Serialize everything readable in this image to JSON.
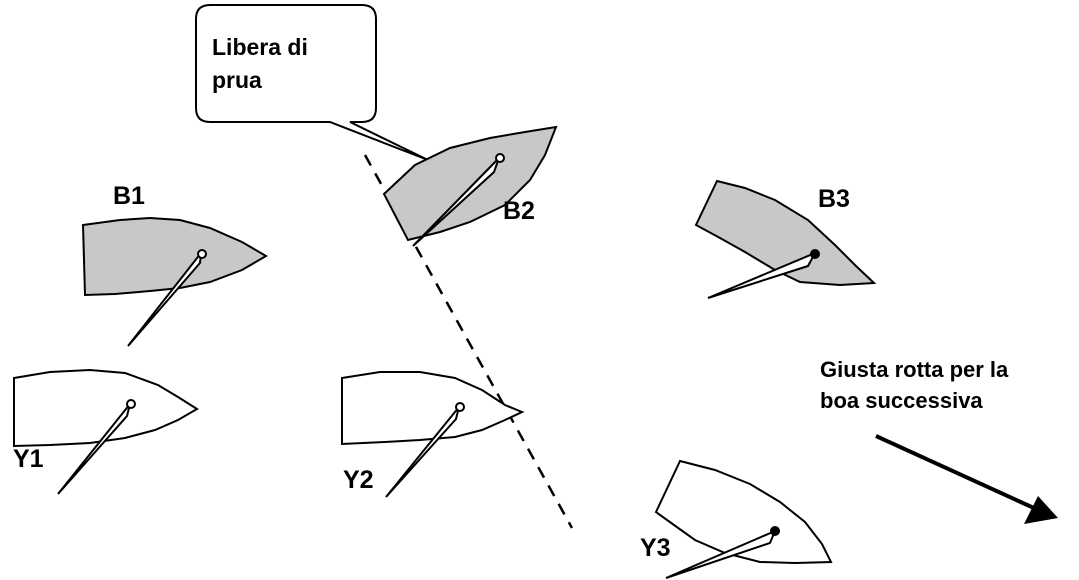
{
  "callout": {
    "line1": "Libera di",
    "line2": "prua"
  },
  "course_label": {
    "line1": "Giusta rotta per la",
    "line2": "boa successiva"
  },
  "boats": {
    "b1": {
      "label": "B1",
      "hull_fill": "#c8c8c8"
    },
    "b2": {
      "label": "B2",
      "hull_fill": "#c8c8c8"
    },
    "b3": {
      "label": "B3",
      "hull_fill": "#c8c8c8"
    },
    "y1": {
      "label": "Y1",
      "hull_fill": "#ffffff"
    },
    "y2": {
      "label": "Y2",
      "hull_fill": "#ffffff"
    },
    "y3": {
      "label": "Y3",
      "hull_fill": "#ffffff"
    }
  },
  "colors": {
    "stroke": "#000000",
    "blue_boat_fill": "#c8c8c8",
    "yellow_boat_fill": "#ffffff"
  }
}
